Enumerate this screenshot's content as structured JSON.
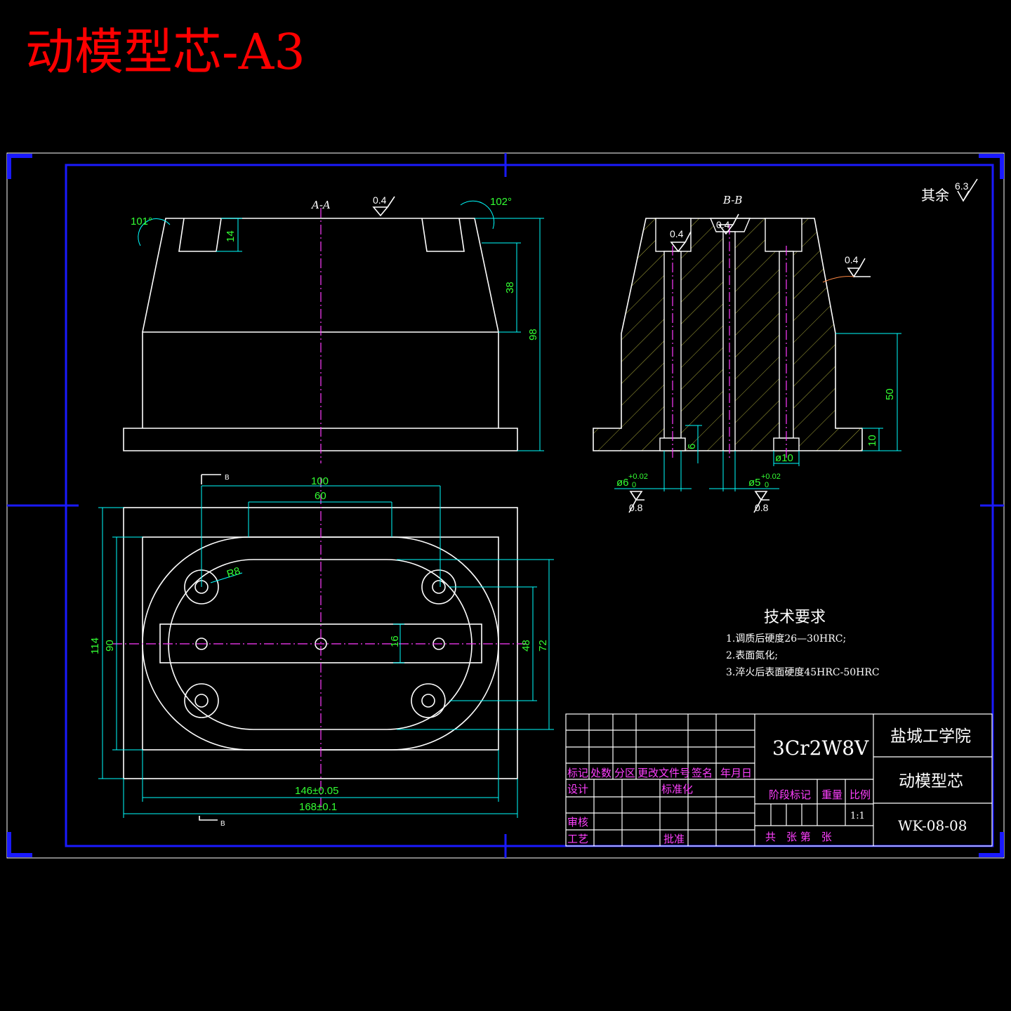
{
  "header": {
    "title": "动模型芯-A3"
  },
  "views": {
    "section_aa": "A-A",
    "section_bb": "B-B",
    "cut_b": "B"
  },
  "surface_finish": {
    "rest_label": "其余",
    "rest_value": "6.3",
    "ra_04": "0.4",
    "ra_08": "0.8"
  },
  "dimensions": {
    "angle_left": "101°",
    "angle_right": "102°",
    "d14": "14",
    "d38": "38",
    "d98": "98",
    "d50": "50",
    "d10": "10",
    "d6": "6",
    "phi10": "ø10",
    "phi6": "ø6",
    "phi5": "ø5",
    "tol_upper": "+0.02",
    "tol_lower": "0",
    "d100": "100",
    "d60": "60",
    "r8": "R8",
    "d114": "114",
    "d90": "90",
    "d16": "16",
    "d48": "48",
    "d72": "72",
    "d146": "146±0.05",
    "d168": "168±0.1"
  },
  "tech_requirements": {
    "heading": "技术要求",
    "items": [
      "1.调质后硬度26—30HRC;",
      "2.表面氮化;",
      "3.淬火后表面硬度45HRC-50HRC"
    ]
  },
  "title_block": {
    "material": "3Cr2W8V",
    "school": "盐城工学院",
    "part_name": "动模型芯",
    "drawing_no": "WK-08-08",
    "scale": "1:1",
    "cols": [
      "标记",
      "处数",
      "分区",
      "更改文件号",
      "签名",
      "年月日"
    ],
    "design": "设计",
    "standardize": "标准化",
    "review": "审核",
    "process": "工艺",
    "approve": "批准",
    "stage_mark": "阶段标记",
    "weight": "重量",
    "ratio": "比例",
    "sheets": "共　张 第　张"
  },
  "colors": {
    "title_red": "#ff0000",
    "outline_white": "#ffffff",
    "dimension_cyan": "#00ffff",
    "dim_text_green": "#33ff33",
    "centerline_magenta": "#ff3bff",
    "frame_blue": "#1a1aff",
    "hatch_yellow": "#d8d84a"
  }
}
